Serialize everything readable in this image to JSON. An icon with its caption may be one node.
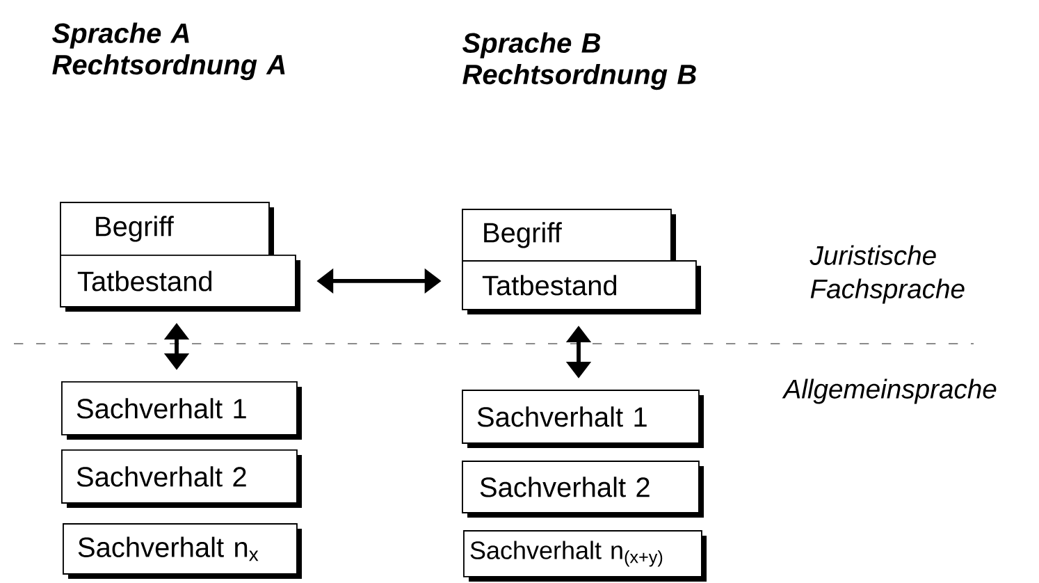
{
  "diagram": {
    "nodes": [
      {
        "text": [
          "Begriff"
        ]
      },
      {
        "text": [
          "Tatbestand"
        ]
      },
      {
        "text": [
          "Begriff"
        ]
      },
      {
        "text": [
          "Tatbestand"
        ]
      },
      {
        "text": [
          "Sachverhalt 1"
        ]
      },
      {
        "text": [
          "Sachverhalt 2"
        ]
      },
      {
        "text": [
          "Sachverhalt n$_{x}$"
        ]
      },
      {
        "text": [
          "Sachverhalt 1"
        ]
      },
      {
        "text": [
          "Sachverhalt 2"
        ]
      },
      {
        "text": [
          "Sachverhalt n$_{(x+y)}$"
        ]
      }
    ],
    "edges": [
      {
        "from": 1,
        "to": 3,
        "arrow": "both"
      },
      {
        "from": 1,
        "to": 4,
        "arrow": "both"
      },
      {
        "from": 3,
        "to": 7,
        "arrow": "both"
      }
    ],
    "labels": [
      "Sprache A Rechtsordnung A",
      "Sprache B Rechtsordnung B",
      "Juristische Fachsprache",
      "Allgemeinsprache"
    ]
  }
}
